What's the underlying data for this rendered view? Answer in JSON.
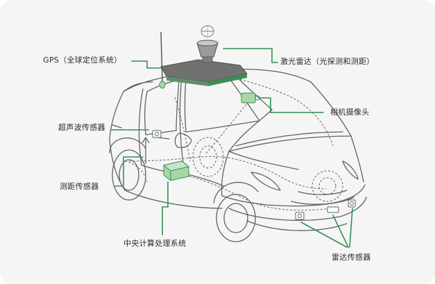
{
  "colors": {
    "background": "#f4f5f4",
    "outline": "#5e6360",
    "accent_green": "#2f8f55",
    "sensor_fill": "#a9d6a6",
    "lidar_fill": "#9a9c9a",
    "roof_fill": "#6f726f"
  },
  "labels": {
    "gps": "GPS（全球定位系统）",
    "lidar": "激光雷达（光探测和测距）",
    "camera": "相机摄像头",
    "ultrasonic": "超声波传感器",
    "rangefinder": "测距传感器",
    "central_computer": "中央计算处理系统",
    "radar": "雷达传感器"
  }
}
